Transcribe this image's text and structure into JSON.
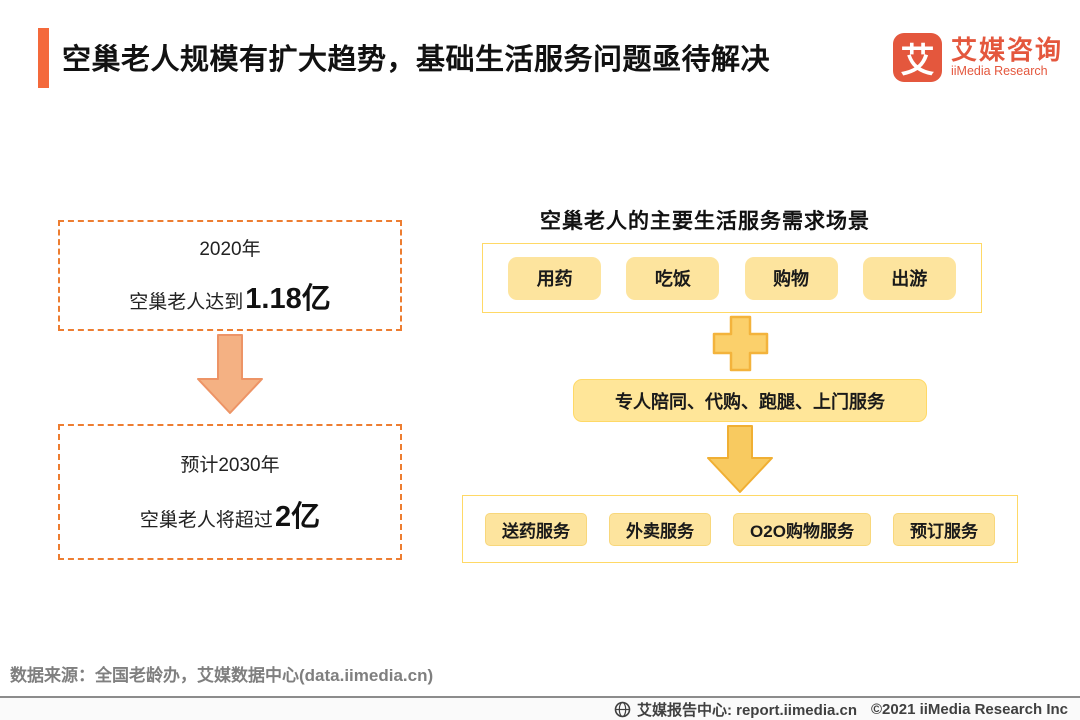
{
  "header": {
    "title": "空巢老人规模有扩大趋势，基础生活服务问题亟待解决",
    "logo": {
      "mark": "艾",
      "name_cn": "艾媒咨询",
      "name_en": "iiMedia Research"
    }
  },
  "left": {
    "box_2020": {
      "line1": "2020年",
      "line2_prefix": "空巢老人达到",
      "line2_value": "1.18亿"
    },
    "box_2030": {
      "line1": "预计2030年",
      "line2_prefix": "空巢老人将超过",
      "line2_value": "2亿"
    }
  },
  "right": {
    "title": "空巢老人的主要生活服务需求场景",
    "scenes": [
      "用药",
      "吃饭",
      "购物",
      "出游"
    ],
    "service_bar": "专人陪同、代购、跑腿、上门服务",
    "services": [
      "送药服务",
      "外卖服务",
      "O2O购物服务",
      "预订服务"
    ]
  },
  "source": "数据来源：全国老龄办，艾媒数据中心(data.iimedia.cn)",
  "footer": {
    "report_center": "艾媒报告中心: report.iimedia.cn",
    "copyright": "©2021  iiMedia Research Inc"
  },
  "colors": {
    "accent_orange": "#F4693B",
    "dashed_orange": "#ED7D31",
    "salmon_fill": "#F4B183",
    "salmon_stroke": "#ED9466",
    "gold_fill": "#F8CA60",
    "gold_stroke": "#F0AF33",
    "button_yellow": "#FDE49E",
    "box_border_yellow": "#FFD966",
    "logo_red": "#E4573D"
  }
}
